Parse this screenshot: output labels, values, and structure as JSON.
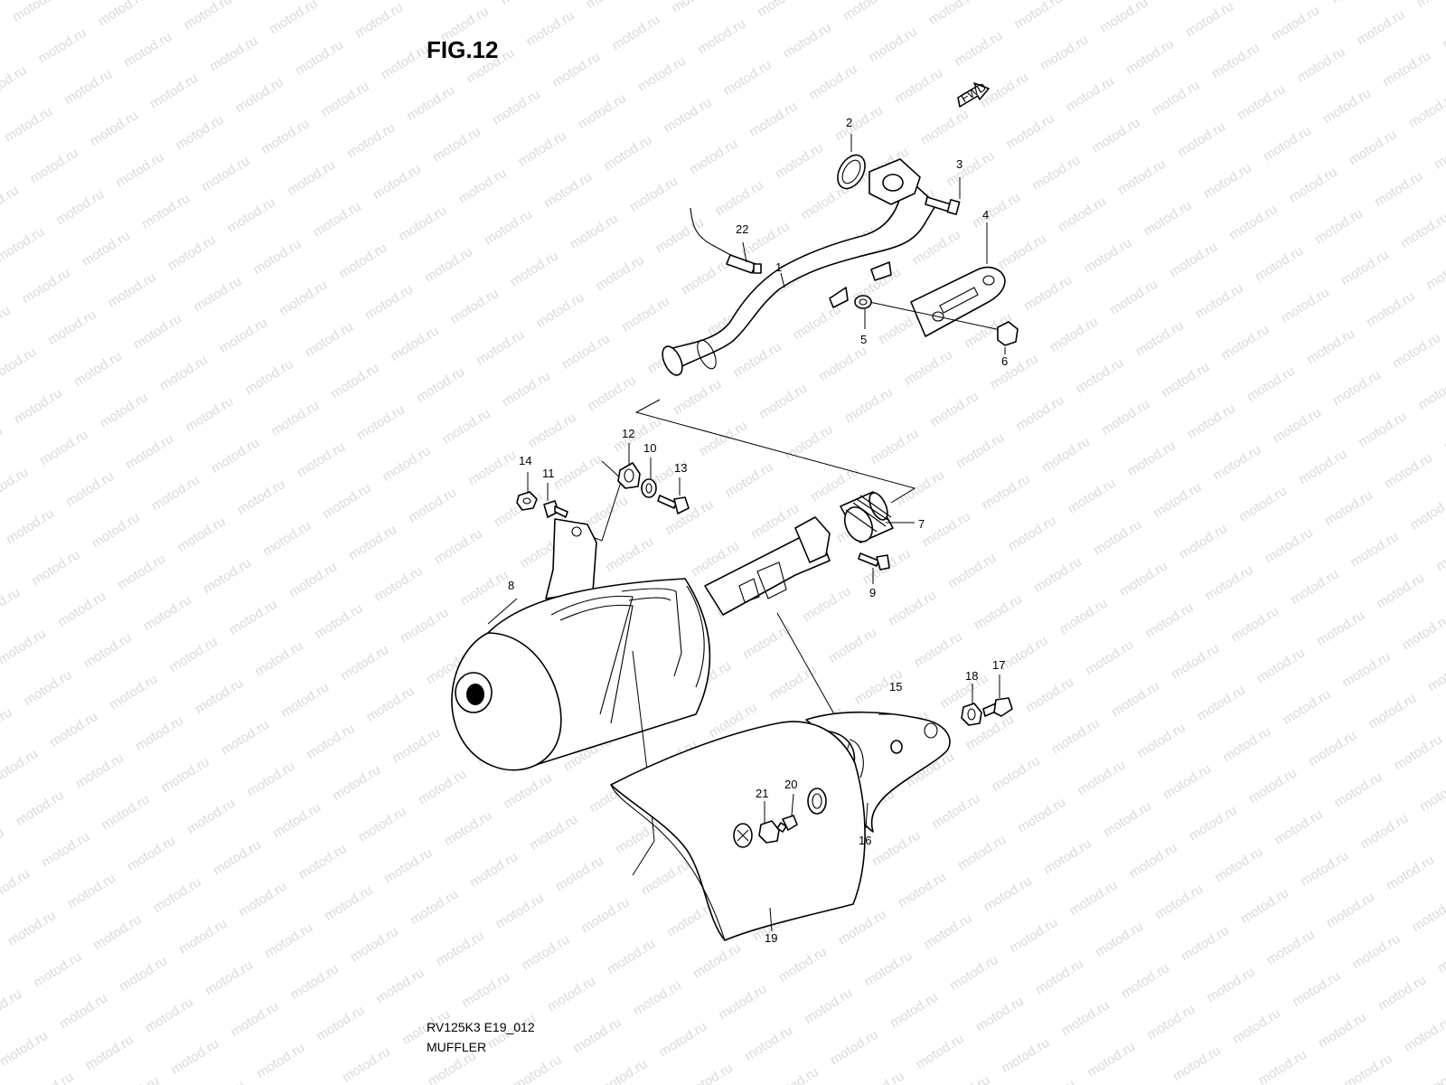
{
  "figure": {
    "title": "FIG.12",
    "code": "RV125K3 E19_012",
    "name": "MUFFLER"
  },
  "watermark_text": "motod.ru",
  "direction_arrow_label": "FWD",
  "callouts": [
    {
      "id": "c1",
      "label": "1"
    },
    {
      "id": "c2",
      "label": "2"
    },
    {
      "id": "c3",
      "label": "3"
    },
    {
      "id": "c4",
      "label": "4"
    },
    {
      "id": "c5",
      "label": "5"
    },
    {
      "id": "c6",
      "label": "6"
    },
    {
      "id": "c7",
      "label": "7"
    },
    {
      "id": "c8",
      "label": "8"
    },
    {
      "id": "c9",
      "label": "9"
    },
    {
      "id": "c10",
      "label": "10"
    },
    {
      "id": "c11",
      "label": "11"
    },
    {
      "id": "c12",
      "label": "12"
    },
    {
      "id": "c13",
      "label": "13"
    },
    {
      "id": "c14",
      "label": "14"
    },
    {
      "id": "c15",
      "label": "15"
    },
    {
      "id": "c16",
      "label": "16"
    },
    {
      "id": "c17",
      "label": "17"
    },
    {
      "id": "c18",
      "label": "18"
    },
    {
      "id": "c19",
      "label": "19"
    },
    {
      "id": "c20",
      "label": "20"
    },
    {
      "id": "c21",
      "label": "21"
    },
    {
      "id": "c22",
      "label": "22"
    }
  ]
}
